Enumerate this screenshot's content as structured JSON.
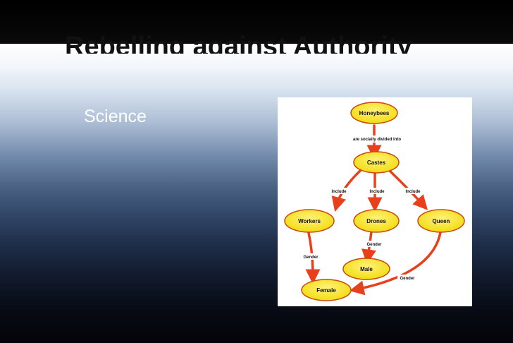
{
  "slide": {
    "title": "Rebelling against Authority",
    "bullet": "Science"
  },
  "diagram": {
    "nodes": {
      "honeybees": "Honeybees",
      "castes": "Castes",
      "workers": "Workers",
      "drones": "Drones",
      "queen": "Queen",
      "male": "Male",
      "female": "Female"
    },
    "edges": {
      "socially_divided": "are socially divided into",
      "include_workers": "Include",
      "include_drones": "Include",
      "include_queen": "Include",
      "gender_workers": "Gender",
      "gender_drones": "Gender",
      "gender_queen": "Gender"
    },
    "colors": {
      "node_fill": "#f5e312",
      "node_stroke": "#c84a10",
      "arrow": "#e8401c"
    }
  }
}
